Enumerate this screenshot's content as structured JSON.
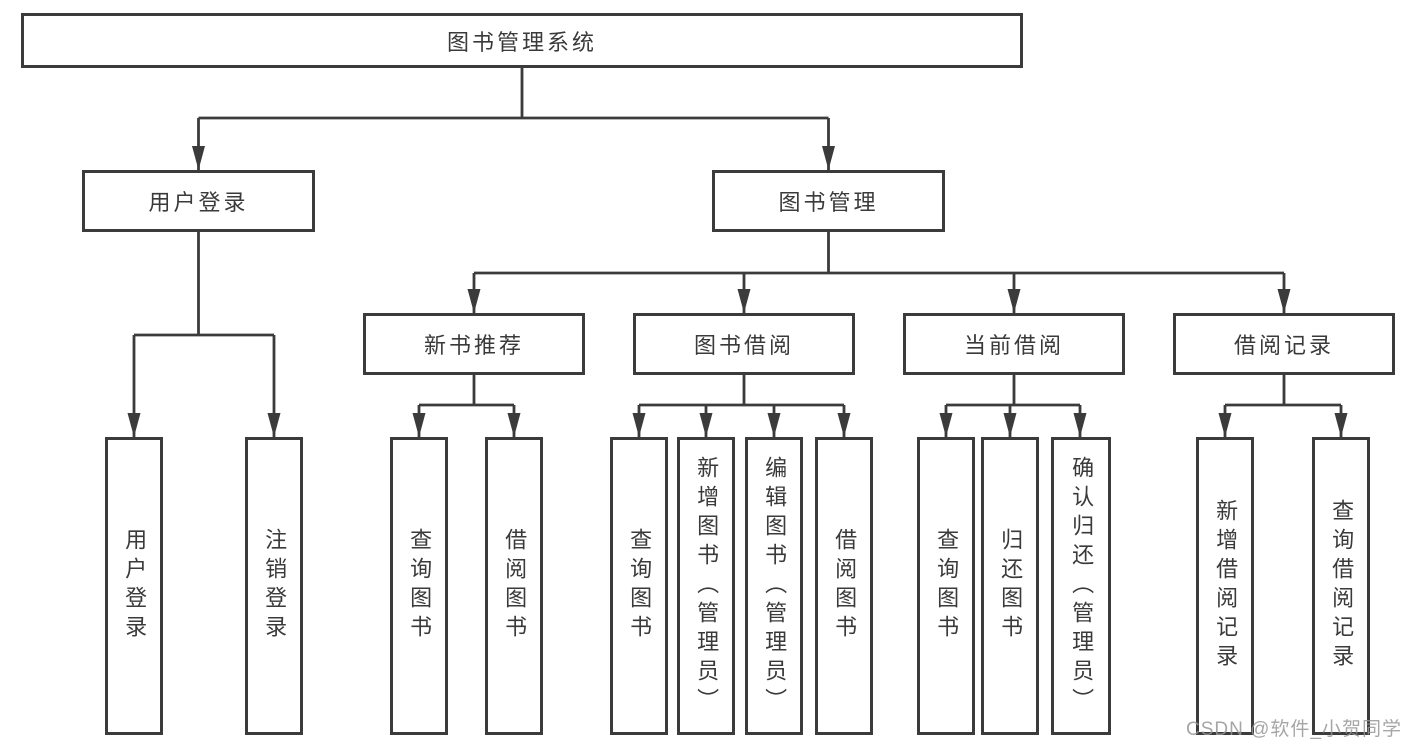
{
  "tree": {
    "label": "图书管理系统",
    "children": [
      {
        "label": "用户登录",
        "children": [
          {
            "label": "用户登录"
          },
          {
            "label": "注销登录"
          }
        ]
      },
      {
        "label": "图书管理",
        "children": [
          {
            "label": "新书推荐",
            "children": [
              {
                "label": "查询图书"
              },
              {
                "label": "借阅图书"
              }
            ]
          },
          {
            "label": "图书借阅",
            "children": [
              {
                "label": "查询图书"
              },
              {
                "label": "新增图书（管理员）"
              },
              {
                "label": "编辑图书（管理员）"
              },
              {
                "label": "借阅图书"
              }
            ]
          },
          {
            "label": "当前借阅",
            "children": [
              {
                "label": "查询图书"
              },
              {
                "label": "归还图书"
              },
              {
                "label": "确认归还（管理员）"
              }
            ]
          },
          {
            "label": "借阅记录",
            "children": [
              {
                "label": "新增借阅记录"
              },
              {
                "label": "查询借阅记录"
              }
            ]
          }
        ]
      }
    ]
  },
  "watermark": {
    "text": "CSDN @软件_小贺同学"
  },
  "colors": {
    "line": "#3b3b3b",
    "text": "#3a3a3a",
    "background": "#ffffff",
    "watermark": "#969696"
  }
}
